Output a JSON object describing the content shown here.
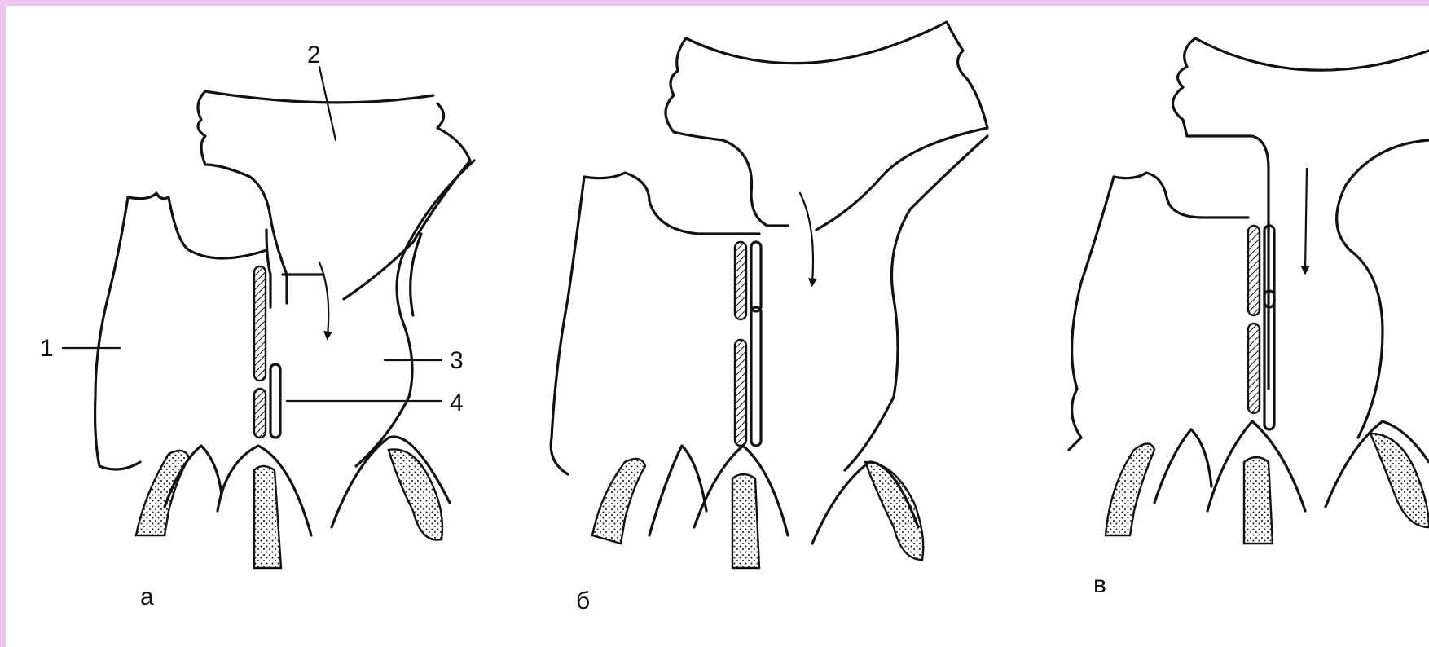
{
  "panels": [
    {
      "id": "a",
      "caption": "а"
    },
    {
      "id": "b",
      "caption": "б"
    },
    {
      "id": "v",
      "caption": "в"
    }
  ],
  "labels": {
    "l1": "1",
    "l2": "2",
    "l3": "3",
    "l4": "4"
  },
  "colors": {
    "border": "#ecc6ec",
    "ink": "#111111",
    "paper": "#ffffff"
  }
}
